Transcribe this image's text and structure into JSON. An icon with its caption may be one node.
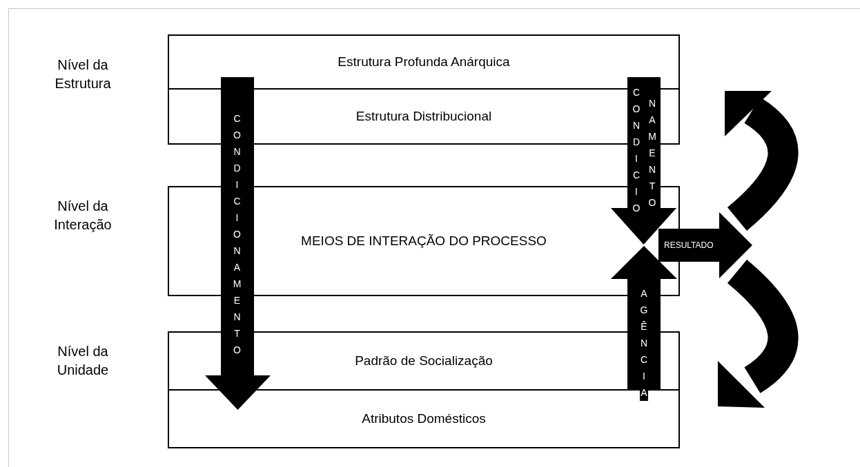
{
  "diagram": {
    "nodes": [
      {
        "text": [
          "Estrutura Profunda Anárquica"
        ]
      },
      {
        "text": [
          "Estrutura Distribucional"
        ]
      },
      {
        "text": [
          "MEIOS DE INTERAÇÃO DO PROCESSO"
        ]
      },
      {
        "text": [
          "Padrão de Socialização"
        ]
      },
      {
        "text": [
          "Atributos Domésticos"
        ]
      },
      {
        "text": [
          "CONDICIONAMENTO"
        ]
      },
      {
        "text": [
          "CONDICIO",
          "NAMENTO"
        ]
      },
      {
        "text": [
          "RESULTADO"
        ]
      }
    ],
    "edges": [
      {
        "from": 3,
        "to": 2,
        "arrow": "to",
        "label": "AGÊNCIA"
      }
    ],
    "labels": [
      "Nível da Estrutura",
      "Nível da Interação",
      "Nível da Unidade"
    ]
  }
}
